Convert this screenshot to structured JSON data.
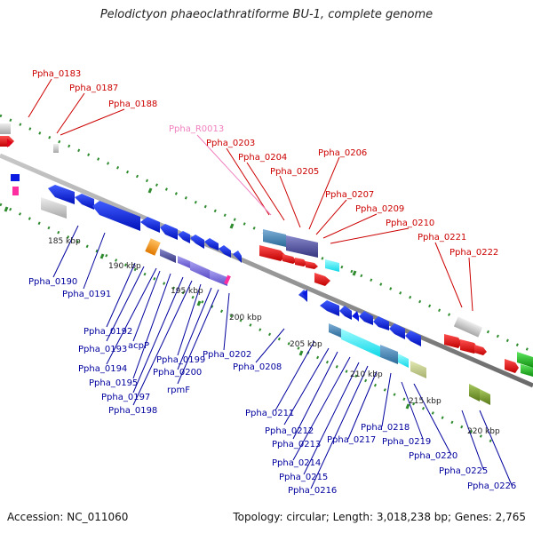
{
  "title": "Pelodictyon phaeoclathratiforme BU-1, complete genome",
  "footer": {
    "accession": "Accession: NC_011060",
    "topology": "Topology: circular; Length: 3,018,238 bp; Genes: 2,765"
  },
  "scale_labels": [
    "185 kbp",
    "190 kbp",
    "195 kbp",
    "200 kbp",
    "205 kbp",
    "210 kbp",
    "215 kbp",
    "220 kbp"
  ],
  "red_labels": [
    "Ppha_0183",
    "Ppha_0187",
    "Ppha_0188",
    "Ppha_0203",
    "Ppha_0204",
    "Ppha_0205",
    "Ppha_0206",
    "Ppha_0207",
    "Ppha_0209",
    "Ppha_0210",
    "Ppha_0221",
    "Ppha_0222"
  ],
  "pink_labels": [
    "Ppha_R0013"
  ],
  "blue_labels": [
    "Ppha_0190",
    "Ppha_0191",
    "Ppha_0192",
    "Ppha_0193",
    "acpP",
    "Ppha_0194",
    "Ppha_0195",
    "Ppha_0197",
    "Ppha_0198",
    "Ppha_0199",
    "Ppha_0200",
    "rpmF",
    "Ppha_0202",
    "Ppha_0208",
    "Ppha_0211",
    "Ppha_0212",
    "Ppha_0213",
    "Ppha_0214",
    "Ppha_0215",
    "Ppha_0216",
    "Ppha_0217",
    "Ppha_0218",
    "Ppha_0219",
    "Ppha_0220",
    "Ppha_0225",
    "Ppha_0226"
  ],
  "colors": {
    "forward_gene": "#e0001a",
    "reverse_gene": "#0a1ae0",
    "rna_gene": "#ff69b4",
    "red_label": "#cc0000",
    "blue_label": "#00009e",
    "pink_label": "#f080c0",
    "backbone": "#8e8e8e",
    "tick": "#2e8b2e"
  }
}
